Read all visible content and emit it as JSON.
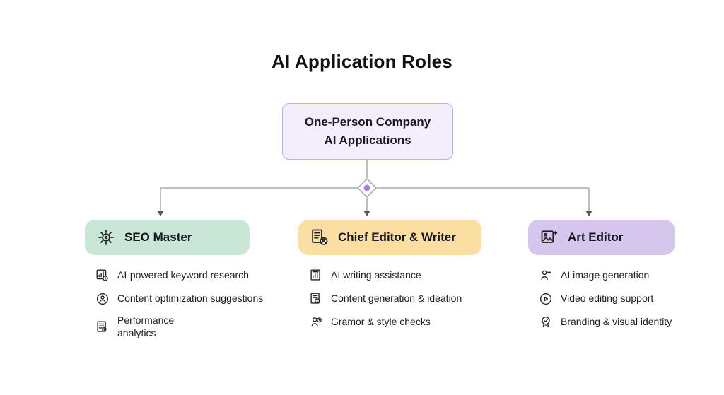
{
  "title": "AI Application Roles",
  "root": {
    "line1": "One-Person Company",
    "line2": "AI Applications",
    "background_color": "#f3edfc",
    "border_color": "#c0abe4"
  },
  "connector": {
    "line_color": "#9a9aa0",
    "diamond_fill": "#ffffff",
    "diamond_dot_color": "#a87fe0",
    "arrow_color": "#555555"
  },
  "branches": [
    {
      "title": "SEO Master",
      "icon": "seo-master-icon",
      "color": "#c9e7d6",
      "items": [
        {
          "label": "AI-powered keyword research",
          "icon": "keyword-research-icon"
        },
        {
          "label": "Content optimization suggestions",
          "icon": "content-optimization-icon"
        },
        {
          "label": "Performance analytics",
          "icon": "performance-analytics-icon"
        }
      ]
    },
    {
      "title": "Chief Editor & Writer",
      "icon": "chief-editor-icon",
      "color": "#fbdfa2",
      "items": [
        {
          "label": "AI writing assistance",
          "icon": "writing-assistance-icon"
        },
        {
          "label": "Content generation & ideation",
          "icon": "content-generation-icon"
        },
        {
          "label": "Gramor & style checks",
          "icon": "grammar-style-icon"
        }
      ]
    },
    {
      "title": "Art Editor",
      "icon": "art-editor-icon",
      "color": "#d5c6ee",
      "items": [
        {
          "label": "AI image generation",
          "icon": "image-generation-icon"
        },
        {
          "label": "Video editing support",
          "icon": "video-editing-icon"
        },
        {
          "label": "Branding & visual identity",
          "icon": "branding-identity-icon"
        }
      ]
    }
  ]
}
